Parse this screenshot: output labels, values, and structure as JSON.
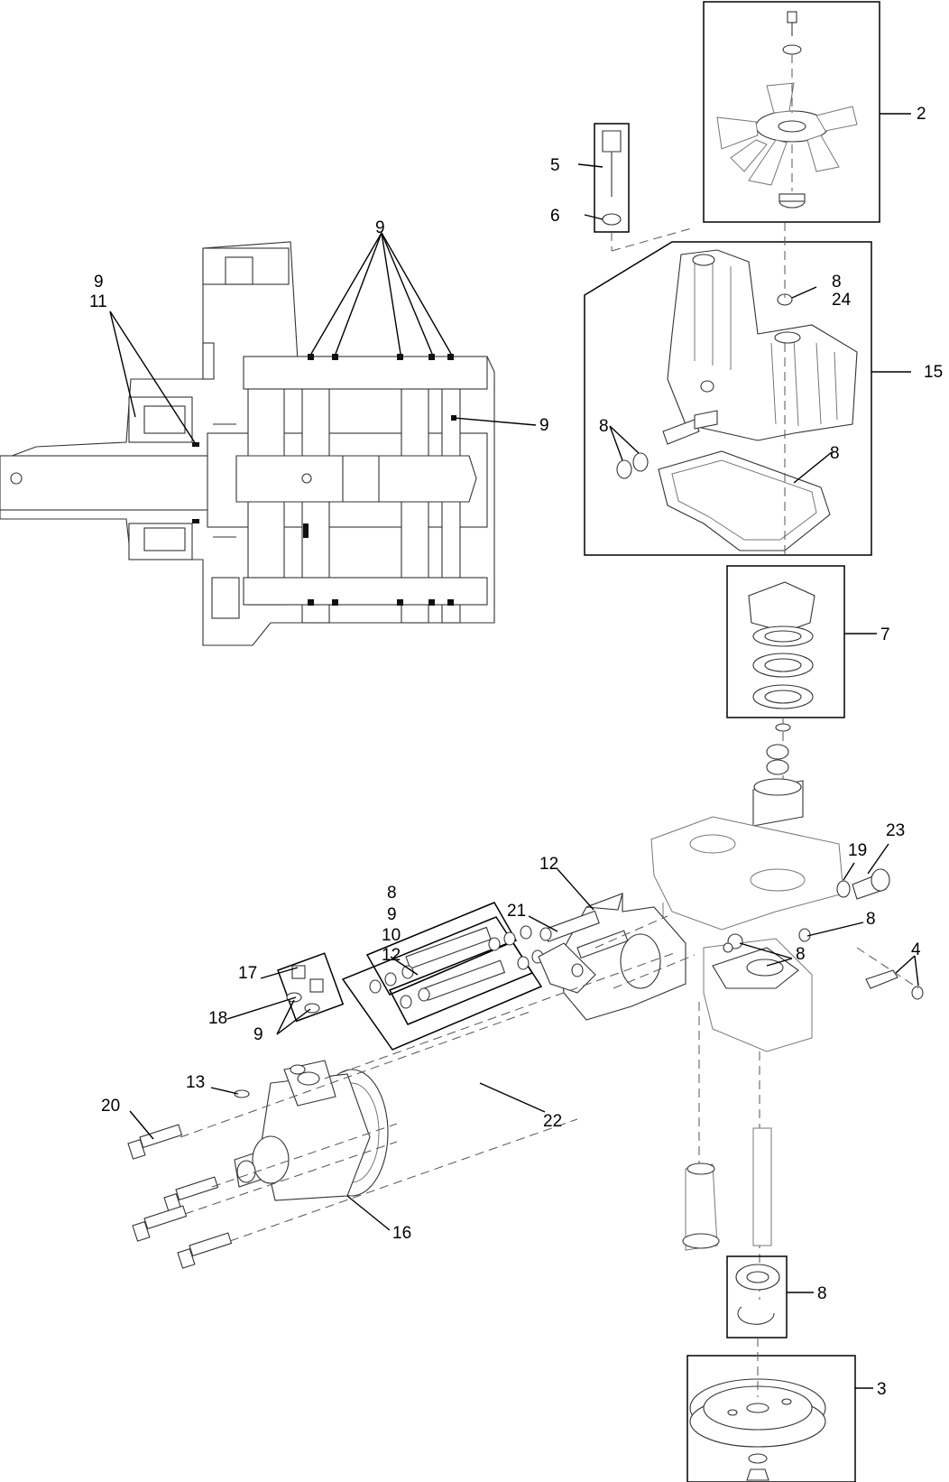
{
  "callouts": {
    "c2": "2",
    "c5": "5",
    "c6": "6",
    "c9_top": "9",
    "c9_11a": "9",
    "c9_11b": "11",
    "c9_right": "9",
    "c8_24a": "8",
    "c8_24b": "24",
    "c15": "15",
    "c8_left": "8",
    "c8_gasket": "8",
    "c7": "7",
    "c23": "23",
    "c19": "19",
    "c8_port": "8",
    "c12_top": "12",
    "c21": "21",
    "c8_stack": "8",
    "c9_stack": "9",
    "c10_stack": "10",
    "c12_stack": "12",
    "c8_valve": "8",
    "c4": "4",
    "c17": "17",
    "c18": "18",
    "c9_plug": "9",
    "c13": "13",
    "c22": "22",
    "c20": "20",
    "c16": "16",
    "c8_bearing": "8",
    "c3": "3"
  },
  "colors": {
    "line": "#000000",
    "part_outline": "#333333",
    "phantom": "#777777",
    "background": "#ffffff"
  }
}
